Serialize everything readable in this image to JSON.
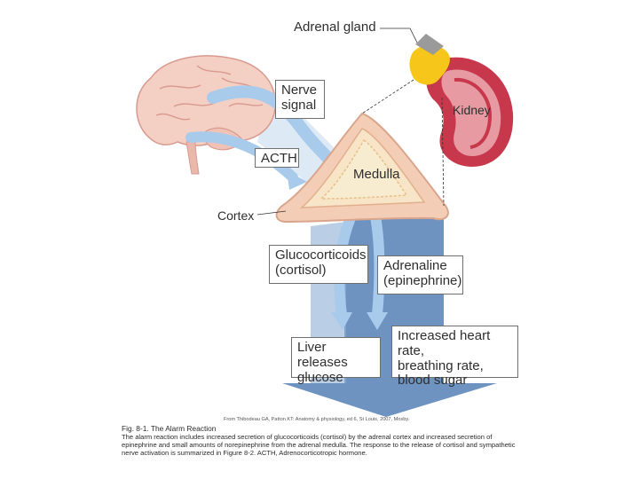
{
  "labels": {
    "adrenal_gland": "Adrenal gland",
    "kidney": "Kidney",
    "nerve_signal": "Nerve\nsignal",
    "acth": "ACTH",
    "medulla": "Medulla",
    "cortex": "Cortex",
    "glucocorticoids": "Glucocorticoids\n(cortisol)",
    "adrenaline": "Adrenaline\n(epinephrine)",
    "liver": "Liver releases\nglucose",
    "effects": "Increased heart rate,\nbreathing rate,\nblood sugar"
  },
  "credit": "From Thibodeau GA, Patton KT: Anatomy & physiology, ed 6, St Louis, 2007, Mosby.",
  "caption": {
    "title": "Fig. 8-1. The Alarm Reaction",
    "body": "The alarm reaction includes increased secretion of glucocorticoids (cortisol) by the adrenal cortex and increased secretion of epinephrine and small amounts of norepinephrine from the adrenal medulla. The response to the release of cortisol and sympathetic nerve activation is summarized in Figure 8-2. ACTH, Adrenocorticotropic hormone."
  },
  "colors": {
    "pale_arrow": "#a9cbeb",
    "dark_arrow": "#6f93c1",
    "brain": "#f4cfc4",
    "adrenal_yellow": "#f6c61a",
    "kidney_red": "#c8384c",
    "kidney_pink": "#e79aa2"
  }
}
